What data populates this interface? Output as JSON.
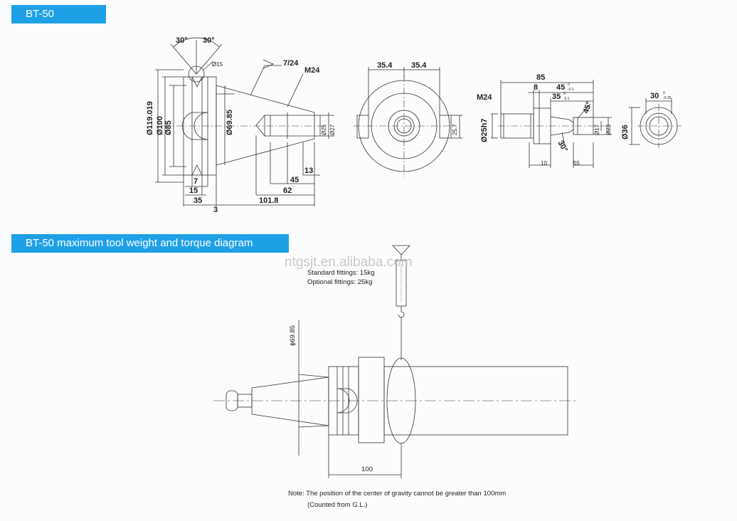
{
  "banners": {
    "top": "BT-50",
    "middle": "BT-50 maximum tool weight and torque diagram"
  },
  "watermark": "ntgsjt.en.alibaba.com",
  "view1": {
    "angle_left": "30°",
    "angle_right": "30°",
    "ball_dia": "Ø15",
    "taper_label": "7/24",
    "thread": "M24",
    "dia_119": "Ø119.019",
    "dia_100": "Ø100",
    "dia_85": "Ø85",
    "dia_6985": "Ø69.85",
    "dia_25": "Ø25",
    "dia_27": "Ø27",
    "dim_7": "7",
    "dim_15": "15",
    "dim_35": "35",
    "dim_3": "3",
    "dim_13": "13",
    "dim_45": "45",
    "dim_62": "62",
    "dim_1018": "101.8"
  },
  "view2": {
    "dim_left": "35.4",
    "dim_right": "35.4",
    "dim_257": "25.7"
  },
  "view3": {
    "thread": "M24",
    "dim_85": "85",
    "dim_8": "8",
    "dim_45": "45",
    "tol_45_top": "0",
    "tol_45_bot": "-0.1",
    "dim_35": "35",
    "tol_35_top": "0",
    "tol_35_bot": "-0.1",
    "angle_45": "45°",
    "angle_30": "30°",
    "dia_25h7": "Ø25h7",
    "dia_17": "Ø17",
    "dia_23": "Ø23",
    "dim_10": "10",
    "dim_55": "55"
  },
  "view4": {
    "dim_30": "30",
    "tol_top": "0",
    "tol_bot": "-0.35",
    "dia_36": "Ø36"
  },
  "diagram2": {
    "fitting_std": "Standard fittings: 15kg",
    "fitting_opt": "Optional fittings: 25kg",
    "phi_label": "ϕ69.85",
    "dim_100": "100",
    "note_line1": "Note: The position of the center of gravity cannot be greater than 100mm",
    "note_line2": "(Counted from G.L.)"
  }
}
